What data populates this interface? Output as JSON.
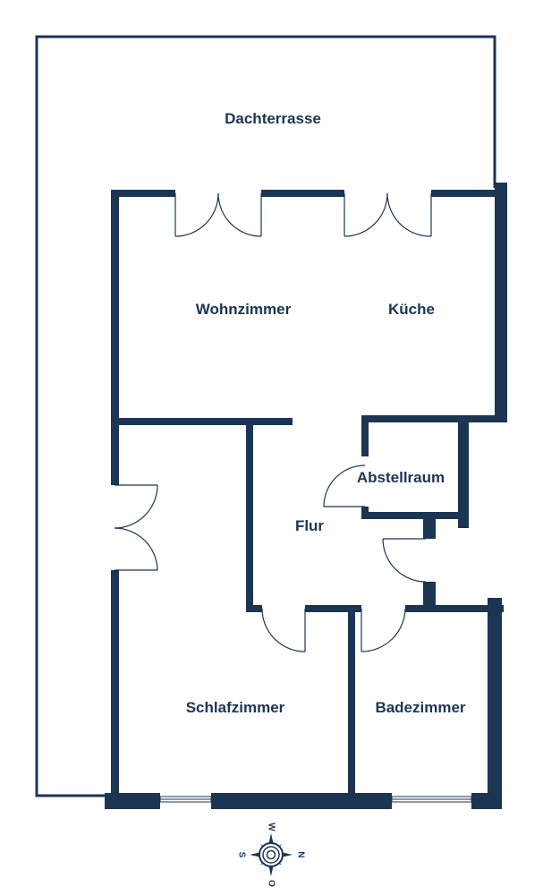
{
  "floorplan": {
    "rooms": {
      "dachterrasse": "Dachterrasse",
      "wohnzimmer": "Wohnzimmer",
      "kueche": "Küche",
      "abstellraum": "Abstellraum",
      "flur": "Flur",
      "schlafzimmer": "Schlafzimmer",
      "badezimmer": "Badezimmer"
    },
    "compass": {
      "n": "N",
      "o": "O",
      "s": "S",
      "w": "W"
    },
    "colors": {
      "wall": "#1b3553",
      "background": "#ffffff"
    }
  }
}
